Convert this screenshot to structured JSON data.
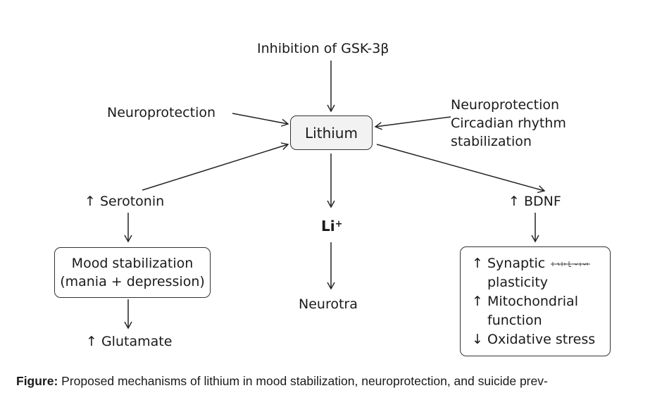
{
  "diagram": {
    "center": "Lithium",
    "top_input": "Inhibition of GSK-3β",
    "left_input": "Neuroprotection",
    "right_input": [
      "Neuroprotection",
      "Circadian rhythm",
      "stabilization"
    ],
    "left_branch": {
      "node": "↑ Serotonin",
      "box": [
        "Mood stabilization",
        "(mania + depression)"
      ],
      "output": "↑ Glutamate"
    },
    "center_branch": {
      "node_base": "Li",
      "node_sup": "+",
      "output": "Neurotra"
    },
    "right_branch": {
      "node": "↑ BDNF",
      "effects": [
        {
          "indicator": "↑",
          "line1": "Synaptic",
          "line2": "plasticity",
          "scribble": true
        },
        {
          "indicator": "↑",
          "line1": "Mitochondrial",
          "line2": "function"
        },
        {
          "indicator": "↓",
          "line1": "Oxidative stress"
        }
      ]
    }
  },
  "caption": {
    "label": "Figure:",
    "text": " Proposed mechanisms of lithium in mood stabilization, neuroprotection, and suicide prev-"
  }
}
